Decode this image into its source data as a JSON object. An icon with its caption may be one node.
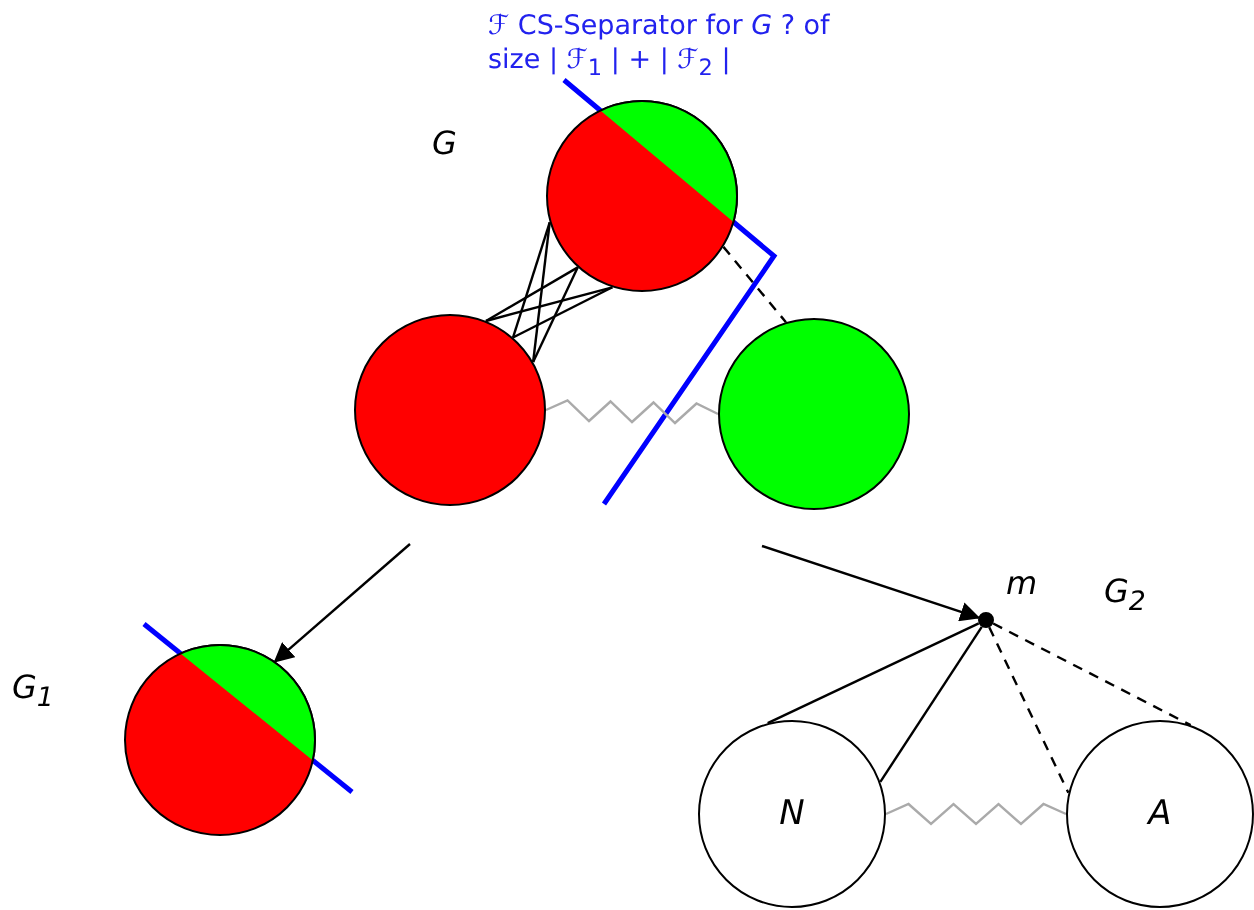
{
  "diagram": {
    "title": "ℱ CS-Separator for *G* ? of size | ℱ$_{1}$ | + | ℱ$_{2}$ |",
    "nodes": [
      {
        "text": [],
        "shape": "circle"
      },
      {
        "text": [],
        "shape": "circle"
      },
      {
        "text": [],
        "shape": "circle"
      },
      {
        "text": [],
        "shape": "circle"
      },
      {
        "text": [],
        "shape": "circle",
        "beside": [
          "m"
        ]
      },
      {
        "text": [
          "N"
        ]
      },
      {
        "text": [
          "A"
        ]
      }
    ],
    "edges": [
      {
        "from": 0,
        "to": 1,
        "arrow": "none"
      },
      {
        "from": 0,
        "to": 1,
        "arrow": "none"
      },
      {
        "from": 0,
        "to": 1,
        "arrow": "none"
      },
      {
        "from": 0,
        "to": 1,
        "arrow": "none"
      },
      {
        "from": 0,
        "to": 1,
        "arrow": "none"
      },
      {
        "from": 0,
        "to": 1,
        "arrow": "none"
      },
      {
        "from": 0,
        "to": 2,
        "arrow": "none",
        "style": "dashed"
      },
      {
        "from": 1,
        "to": 2,
        "arrow": "none",
        "color": "#aaaaaa"
      },
      {
        "from": null,
        "to": 3,
        "arrow": "to"
      },
      {
        "from": null,
        "to": 4,
        "arrow": "to"
      },
      {
        "from": 4,
        "to": 5,
        "arrow": "none"
      },
      {
        "from": 4,
        "to": 5,
        "arrow": "none"
      },
      {
        "from": 4,
        "to": 6,
        "arrow": "none",
        "style": "dashed"
      },
      {
        "from": 4,
        "to": 6,
        "arrow": "none",
        "style": "dashed"
      },
      {
        "from": 5,
        "to": 6,
        "arrow": "none",
        "color": "#aaaaaa"
      }
    ],
    "labels": [
      "G",
      "G$_{1}$",
      "G$_{2}$"
    ]
  }
}
